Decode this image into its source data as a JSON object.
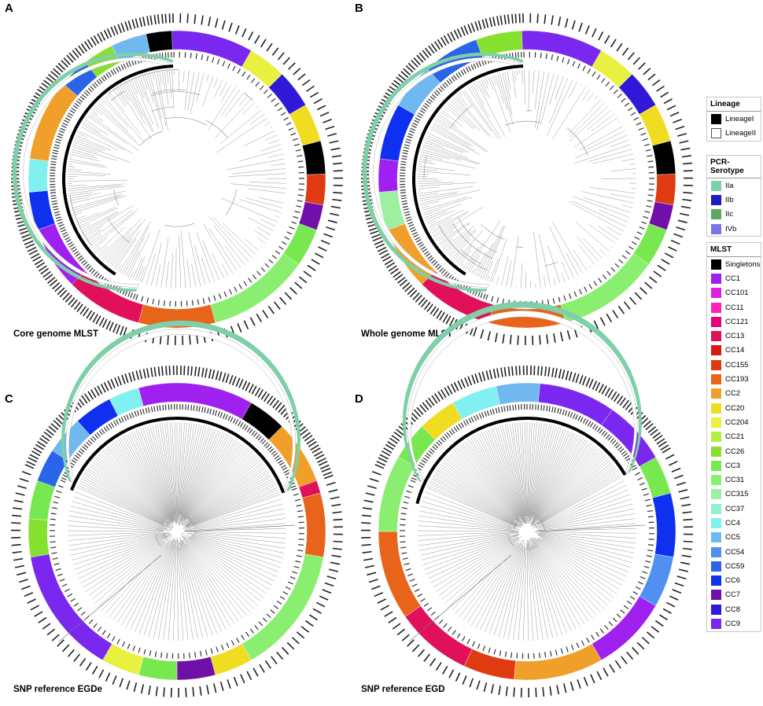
{
  "panels": [
    {
      "letter": "A",
      "caption": "Core genome MLST"
    },
    {
      "letter": "B",
      "caption": "Whole genome MLST"
    },
    {
      "letter": "C",
      "caption": "SNP reference EGDe"
    },
    {
      "letter": "D",
      "caption": "SNP reference EGD"
    }
  ],
  "legend": {
    "lineage": {
      "title": "Lineage",
      "items": [
        {
          "label": "LineageI",
          "color": "#000000"
        },
        {
          "label": "LineageII",
          "color": "#ffffff"
        }
      ]
    },
    "serotype": {
      "title": "PCR-Serotype",
      "items": [
        {
          "label": "IIa",
          "color": "#7fcfa8"
        },
        {
          "label": "IIb",
          "color": "#1b1bbf"
        },
        {
          "label": "IIc",
          "color": "#5aa860"
        },
        {
          "label": "IVb",
          "color": "#7b74e8"
        }
      ]
    },
    "mlst": {
      "title": "MLST",
      "items": [
        {
          "label": "Singletons",
          "color": "#000000"
        },
        {
          "label": "CC1",
          "color": "#a020f0"
        },
        {
          "label": "CC101",
          "color": "#e020e0"
        },
        {
          "label": "CC11",
          "color": "#ff20b8"
        },
        {
          "label": "CC121",
          "color": "#e6007e"
        },
        {
          "label": "CC13",
          "color": "#e0105a"
        },
        {
          "label": "CC14",
          "color": "#d81818"
        },
        {
          "label": "CC155",
          "color": "#e03a10"
        },
        {
          "label": "CC193",
          "color": "#e8641a"
        },
        {
          "label": "CC2",
          "color": "#f0a02a"
        },
        {
          "label": "CC20",
          "color": "#f0dc20"
        },
        {
          "label": "CC204",
          "color": "#e8f040"
        },
        {
          "label": "CC21",
          "color": "#b4f040"
        },
        {
          "label": "CC26",
          "color": "#86e030"
        },
        {
          "label": "CC3",
          "color": "#78e850"
        },
        {
          "label": "CC31",
          "color": "#8aee70"
        },
        {
          "label": "CC315",
          "color": "#9cf0a0"
        },
        {
          "label": "CC37",
          "color": "#90f0d0"
        },
        {
          "label": "CC4",
          "color": "#80f0f0"
        },
        {
          "label": "CC5",
          "color": "#70b8f0"
        },
        {
          "label": "CC54",
          "color": "#5090f0"
        },
        {
          "label": "CC59",
          "color": "#2a64e8"
        },
        {
          "label": "CC6",
          "color": "#1030f0"
        },
        {
          "label": "CC7",
          "color": "#7010a8"
        },
        {
          "label": "CC8",
          "color": "#3018d8"
        },
        {
          "label": "CC9",
          "color": "#7a28f0"
        }
      ]
    }
  }
}
